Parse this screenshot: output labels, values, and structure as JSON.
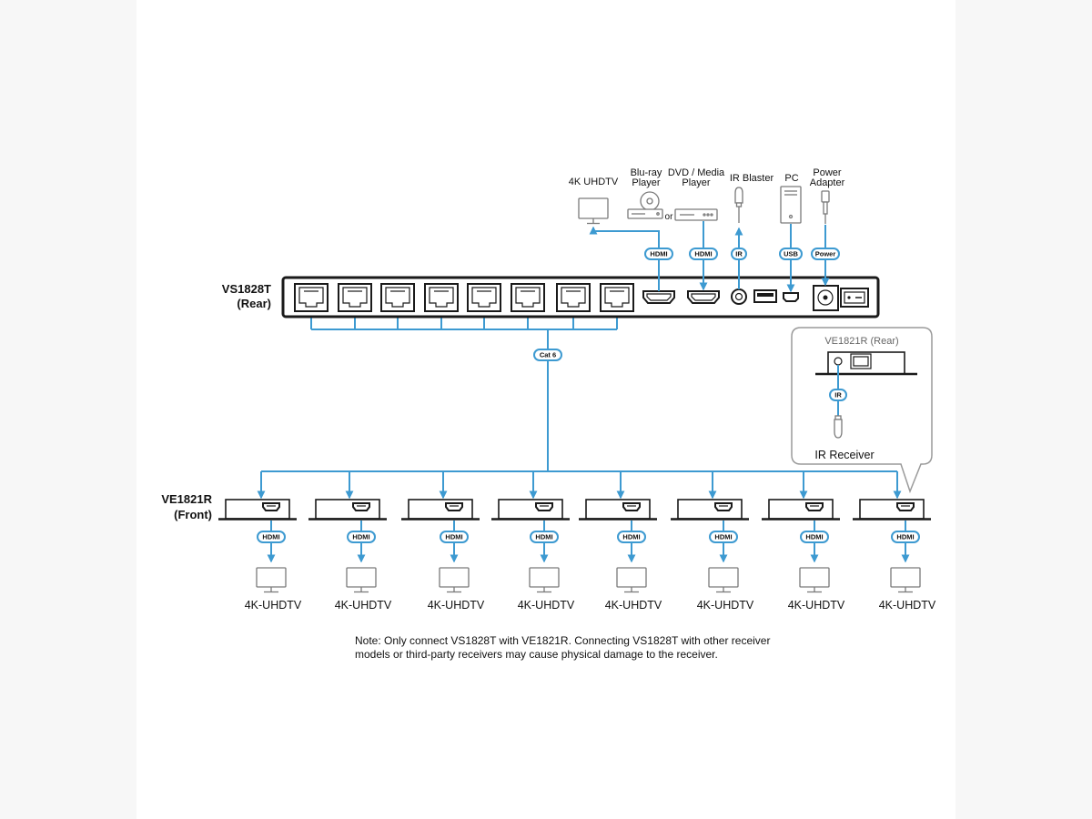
{
  "transmitter": {
    "model": "VS1828T",
    "side": "(Rear)"
  },
  "receiver": {
    "model": "VE1821R",
    "side": "(Front)"
  },
  "sources": {
    "tv": "4K UHDTV",
    "bluray": [
      "Blu-ray",
      "Player"
    ],
    "or": "or",
    "dvd": [
      "DVD / Media",
      "Player"
    ],
    "ir_blaster": "IR Blaster",
    "pc": "PC",
    "power_adapter": [
      "Power",
      "Adapter"
    ]
  },
  "top_badges": {
    "hdmi_out": "HDMI",
    "hdmi_in": "HDMI",
    "ir": "IR",
    "usb": "USB",
    "power": "Power"
  },
  "cable_badge": "Cat 6",
  "callout": {
    "title": "VE1821R (Rear)",
    "ir_badge": "IR",
    "ir_receiver": "IR Receiver"
  },
  "outputs": [
    {
      "badge": "HDMI",
      "display": "4K-UHDTV"
    },
    {
      "badge": "HDMI",
      "display": "4K-UHDTV"
    },
    {
      "badge": "HDMI",
      "display": "4K-UHDTV"
    },
    {
      "badge": "HDMI",
      "display": "4K-UHDTV"
    },
    {
      "badge": "HDMI",
      "display": "4K-UHDTV"
    },
    {
      "badge": "HDMI",
      "display": "4K-UHDTV"
    },
    {
      "badge": "HDMI",
      "display": "4K-UHDTV"
    },
    {
      "badge": "HDMI",
      "display": "4K-UHDTV"
    }
  ],
  "note": [
    "Note: Only connect VS1828T with VE1821R. Connecting VS1828T with other receiver",
    "models or third-party receivers may cause physical damage to the receiver."
  ],
  "colors": {
    "cable": "#3d9ad1",
    "device_outline": "#1a1a1a",
    "icon_outline": "#7a7a7a",
    "callout_border": "#9a9a9a"
  }
}
